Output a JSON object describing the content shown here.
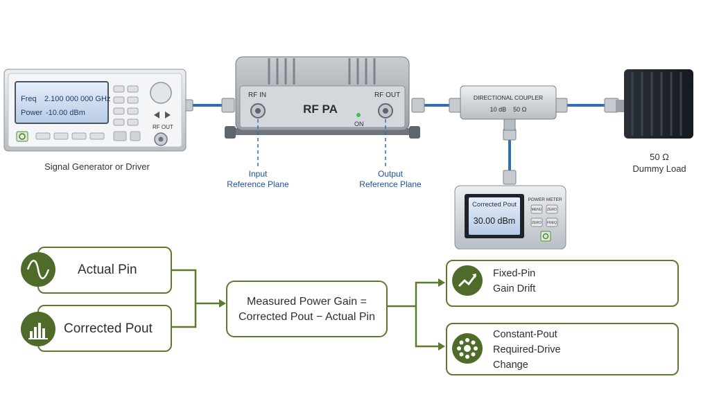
{
  "signal_generator": {
    "freq_label": "Freq",
    "freq_value": "2.100 000 000 GHz",
    "power_label": "Power",
    "power_value": "-10.00 dBm",
    "rf_out_label": "RF OUT",
    "caption": "Signal Generator or Driver"
  },
  "amplifier": {
    "title": "RF PA",
    "rf_in_label": "RF IN",
    "rf_out_label": "RF OUT",
    "on_label": "ON"
  },
  "reference_planes": {
    "input": [
      "Input",
      "Reference Plane"
    ],
    "output": [
      "Output",
      "Reference Plane"
    ]
  },
  "coupler": {
    "title": "DIRECTIONAL COUPLER",
    "spec": "10 dB    50 Ω"
  },
  "dummy_load": {
    "caption_line1": "50 Ω",
    "caption_line2": "Dummy Load"
  },
  "power_meter": {
    "title": "POWER METER",
    "screen_label": "Corrected Pout",
    "screen_value": "30.00 dBm",
    "buttons": [
      "MENU",
      "ZERO",
      "ZERO",
      "FREQ"
    ]
  },
  "flow": {
    "input_1": "Actual Pin",
    "input_2": "Corrected Pout",
    "center_line1": "Measured Power Gain =",
    "center_line2": "Corrected Pout − Actual Pin",
    "output_1": [
      "Fixed-Pin",
      "Gain Drift"
    ],
    "output_2": [
      "Constant-Pout",
      "Required-Drive",
      "Change"
    ]
  },
  "icons": [
    "sine-wave-icon",
    "bar-chart-icon",
    "trend-up-icon",
    "gear-ring-icon"
  ],
  "colors": {
    "accent_green": "#4f6b2a",
    "arrow_green": "#5b7a2e",
    "cable_blue": "#2f6fb5",
    "label_blue": "#1f4f9a"
  }
}
